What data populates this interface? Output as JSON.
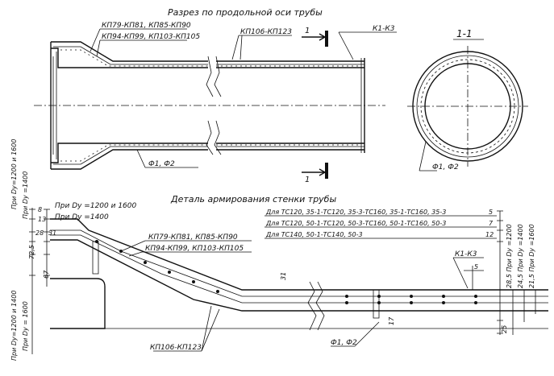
{
  "title": "Разрез по продольной оси трубы",
  "section_label": "1-1",
  "cut_mark": "1",
  "detail_title": "Деталь армирования стенки трубы",
  "top_labels": {
    "kp_a1": "КП79-КП81, КП85-КП90",
    "kp_a2": "КП94-КП99, КП103-КП105",
    "kp_b": "КП106-КП123",
    "k": "К1-К3",
    "f": "Ф1, Ф2"
  },
  "section_f": "Ф1, Ф2",
  "detail_labels": {
    "kp_a1": "КП79-КП81, КП85-КП90",
    "kp_a2": "КП94-КП99, КП103-КП105",
    "kp_b": "КП106-КП123",
    "k": "К1-К3",
    "f": "Ф1, Ф2",
    "pri1200": "При Dу =1200 и 1600",
    "pri1400": "При Dу =1400",
    "tc1": "Для ТС120, 35-1-ТС120, 35-3-ТС160, 35-1-ТС160, 35-3",
    "tc2": "Для ТС120, 50-1-ТС120, 50-3-ТС160, 50-1-ТС160, 50-3",
    "tc3": "Для ТС140, 50-1-ТС140, 50-3"
  },
  "dims_left_top": {
    "v8": "8",
    "v13": "13",
    "v28": "28",
    "v31": "31",
    "v72_5": "72,5",
    "v67": "67",
    "rot1": "При Dу=1200 и 1600",
    "rot2": "При Dу =1400",
    "rot3": "При Dу=1200 и 1400",
    "rot4": "При Dу = 1600"
  },
  "dims_right": {
    "v5a": "5",
    "v7": "7",
    "v12": "12",
    "v28_5": "28,5 При Dу =1200",
    "v24_5": "24,5 При Dу =1400",
    "v21_5": "21,5 При Dу =1600",
    "v25": "25",
    "v5b": "5",
    "v31": "31",
    "v17": "17"
  }
}
